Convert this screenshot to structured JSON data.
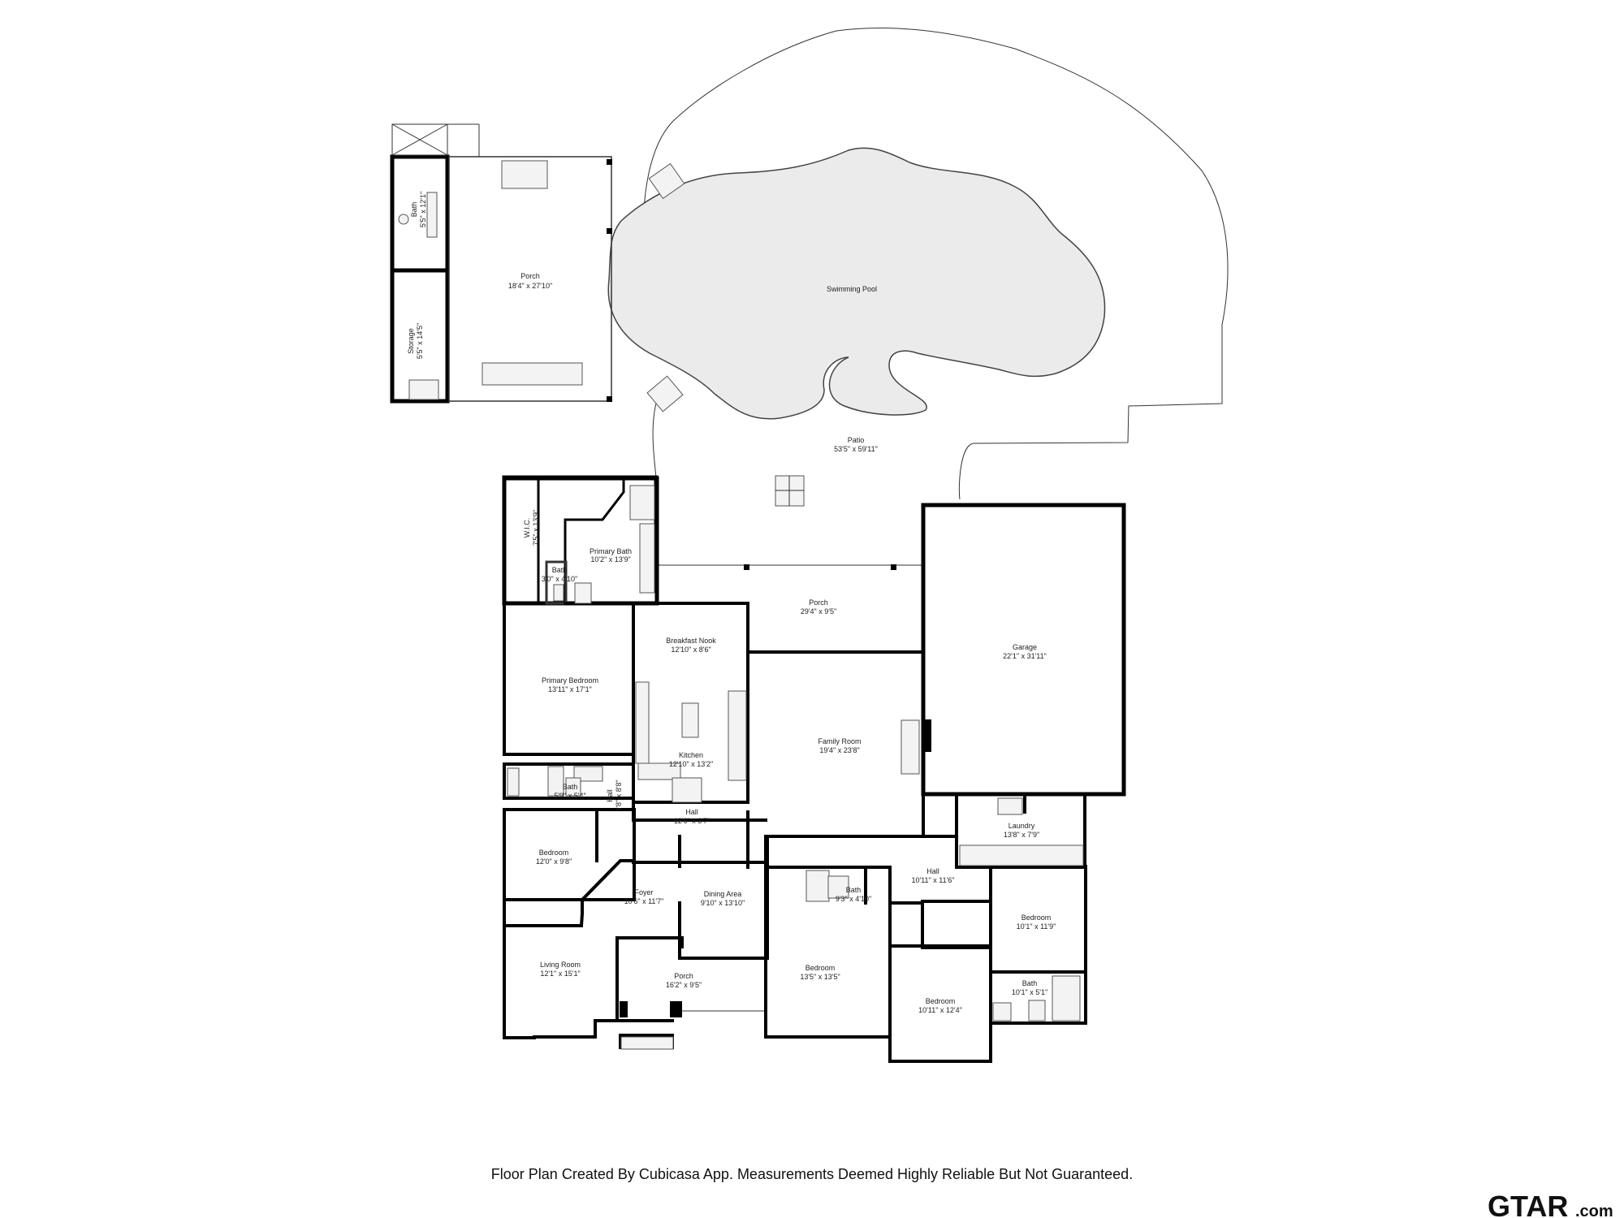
{
  "rooms": [
    {
      "id": "bath-pool",
      "name": "Bath",
      "dim": "5'5\" x 12'1\""
    },
    {
      "id": "storage",
      "name": "Storage",
      "dim": "5'5\" x 14'5\""
    },
    {
      "id": "porch-pool",
      "name": "Porch",
      "dim": "18'4\" x 27'10\""
    },
    {
      "id": "pool",
      "name": "Swimming Pool",
      "dim": ""
    },
    {
      "id": "patio",
      "name": "Patio",
      "dim": "53'5\" x 59'11\""
    },
    {
      "id": "wic",
      "name": "W.I.C.",
      "dim": "7'5\" x 13'9\""
    },
    {
      "id": "bath-small",
      "name": "Bath",
      "dim": "3'0\" x 4'10\""
    },
    {
      "id": "primary-bath",
      "name": "Primary Bath",
      "dim": "10'2\" x 13'9\""
    },
    {
      "id": "porch-rear",
      "name": "Porch",
      "dim": "29'4\" x 9'5\""
    },
    {
      "id": "garage",
      "name": "Garage",
      "dim": "22'1\" x 31'11\""
    },
    {
      "id": "breakfast",
      "name": "Breakfast Nook",
      "dim": "12'10\" x 8'6\""
    },
    {
      "id": "primary-bedroom",
      "name": "Primary Bedroom",
      "dim": "13'11\" x 17'1\""
    },
    {
      "id": "kitchen",
      "name": "Kitchen",
      "dim": "12'10\" x 13'2\""
    },
    {
      "id": "family",
      "name": "Family Room",
      "dim": "19'4\" x 23'8\""
    },
    {
      "id": "bath-2",
      "name": "Bath",
      "dim": "5'9\" x 5'4\""
    },
    {
      "id": "hall-v",
      "name": "Hall",
      "dim": "3'8\" x 8'8\""
    },
    {
      "id": "hall-1",
      "name": "Hall",
      "dim": "12'6\" x 3'7\""
    },
    {
      "id": "laundry",
      "name": "Laundry",
      "dim": "13'8\" x 7'9\""
    },
    {
      "id": "bedroom-1",
      "name": "Bedroom",
      "dim": "12'0\" x 9'8\""
    },
    {
      "id": "hall-2",
      "name": "Hall",
      "dim": "10'11\" x 11'6\""
    },
    {
      "id": "bath-3",
      "name": "Bath",
      "dim": "9'3\" x 4'10\""
    },
    {
      "id": "foyer",
      "name": "Foyer",
      "dim": "10'6\" x 11'7\""
    },
    {
      "id": "dining",
      "name": "Dining Area",
      "dim": "9'10\" x 13'10\""
    },
    {
      "id": "bedroom-2",
      "name": "Bedroom",
      "dim": "10'1\" x 11'9\""
    },
    {
      "id": "living",
      "name": "Living Room",
      "dim": "12'1\" x 15'1\""
    },
    {
      "id": "bedroom-3",
      "name": "Bedroom",
      "dim": "13'5\" x 13'5\""
    },
    {
      "id": "porch-front",
      "name": "Porch",
      "dim": "16'2\" x 9'5\""
    },
    {
      "id": "bath-4",
      "name": "Bath",
      "dim": "10'1\" x 5'1\""
    },
    {
      "id": "bedroom-4",
      "name": "Bedroom",
      "dim": "10'11\" x 12'4\""
    }
  ],
  "footer": {
    "note": "Floor Plan Created By Cubicasa App. Measurements Deemed Highly Reliable But Not Guaranteed."
  },
  "logo": {
    "text": "GTAR",
    "domain": ".com"
  },
  "colors": {
    "wall": "#000000",
    "pool": "#ebebeb",
    "fixture": "#f3f3f3"
  }
}
